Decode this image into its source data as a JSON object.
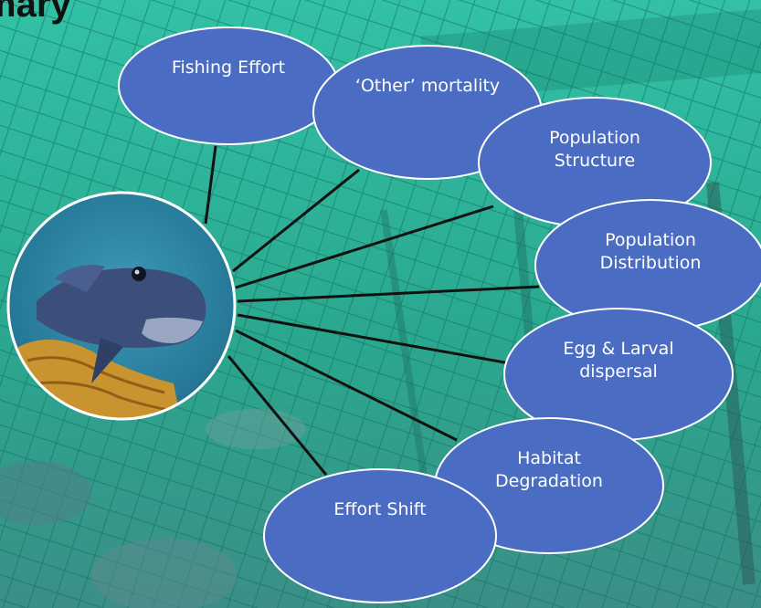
{
  "slide": {
    "title_fragment": "mary"
  },
  "diagram": {
    "center": {
      "image": "black-sea-bass-fish-on-sponge"
    },
    "nodes": [
      {
        "id": "fishing-effort",
        "lines": [
          "Fishing Effort"
        ]
      },
      {
        "id": "other-mortality",
        "lines": [
          "‘Other’ mortality"
        ]
      },
      {
        "id": "population-structure",
        "lines": [
          "Population",
          "Structure"
        ]
      },
      {
        "id": "population-distribution",
        "lines": [
          "Population",
          "Distribution"
        ]
      },
      {
        "id": "egg-larval-dispersal",
        "lines": [
          "Egg & Larval",
          "dispersal"
        ]
      },
      {
        "id": "habitat-degradation",
        "lines": [
          "Habitat",
          "Degradation"
        ]
      },
      {
        "id": "effort-shift",
        "lines": [
          "Effort Shift"
        ]
      }
    ]
  },
  "colors": {
    "ellipse_fill": "#4a6cc3",
    "ellipse_stroke": "#ffffff",
    "connector": "#111111",
    "water": "#2fb29a"
  }
}
